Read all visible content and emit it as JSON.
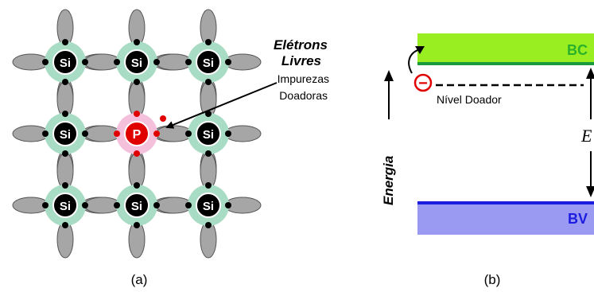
{
  "panel_a": {
    "caption": "(a)",
    "lattice_atom_symbol": "Si",
    "impurity_atom_symbol": "P",
    "free_electrons_label_line1": "Elétrons",
    "free_electrons_label_line2": "Livres",
    "impurities_label_line1": "Impurezas",
    "impurities_label_line2": "Doadoras"
  },
  "panel_b": {
    "caption": "(b)",
    "conduction_band_label": "BC",
    "valence_band_label": "BV",
    "donor_level_label": "Nível Doador",
    "energy_axis_label": "Energia",
    "gap_label": "E",
    "electron_symbol": "−"
  },
  "colors": {
    "silicon_halo": "#a8dcc4",
    "silicon_core": "#000000",
    "phosphorus_halo": "#f4c0dc",
    "phosphorus_core": "#e00000",
    "bond_lobe": "#a6a6a6",
    "conduction_band": "#99ee22",
    "conduction_band_label": "#2bb02b",
    "valence_band": "#9a9af2",
    "valence_band_label": "#1c1ce0",
    "electron": "#e00000"
  }
}
